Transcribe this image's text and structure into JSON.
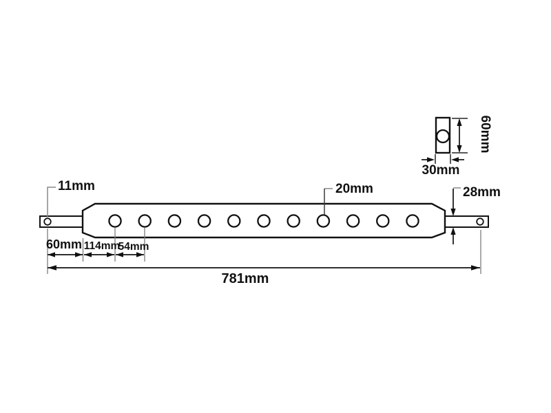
{
  "drawing": {
    "type": "technical-dimension-drawing",
    "subject": "drawbar with linkage holes and end pin tabs, plus cross-section view",
    "unit": "mm",
    "labels": {
      "pin_hole_diameter": "11mm",
      "linkage_hole_diameter": "20mm",
      "end_tab_thickness": "28mm",
      "pin_hole_to_body": "60mm",
      "body_edge_to_first_hole": "114mm",
      "hole_pitch": "54mm",
      "overall_length": "781mm",
      "section_height": "60mm",
      "section_width": "30mm"
    },
    "linkage_hole_count": 11,
    "colors": {
      "background": "#ffffff",
      "outline": "#111111",
      "dimension": "#111111",
      "extension_line": "#7d7d7d",
      "leader_line": "#888888"
    }
  }
}
